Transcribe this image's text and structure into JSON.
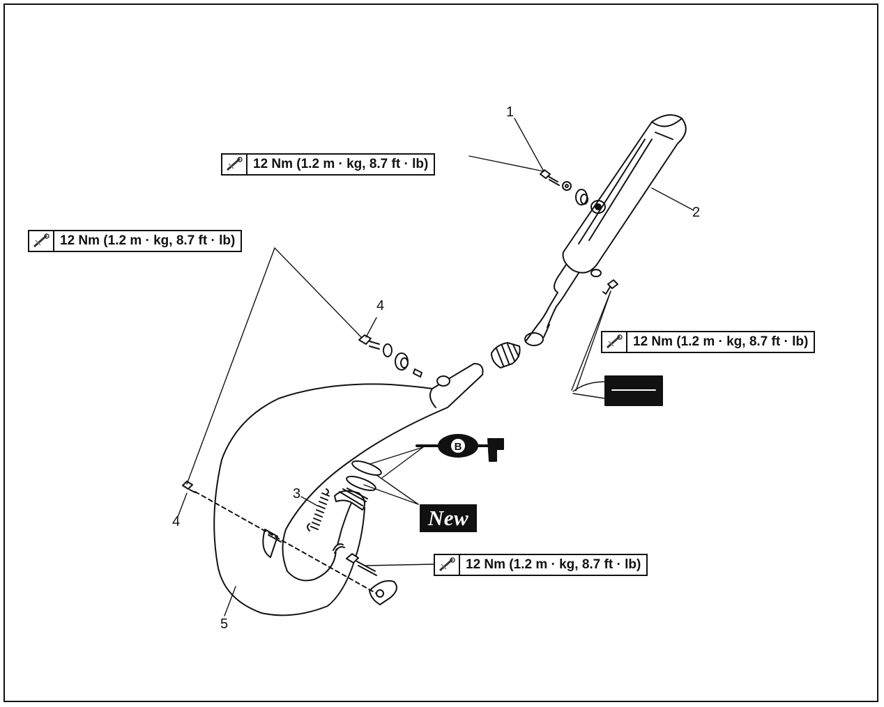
{
  "torque_specs": [
    {
      "label": "12 Nm (1.2 m · kg, 8.7 ft · lb)"
    },
    {
      "label": "12 Nm (1.2 m · kg, 8.7 ft · lb)"
    },
    {
      "label": "12 Nm (1.2 m · kg, 8.7 ft · lb)"
    },
    {
      "label": "12 Nm (1.2 m · kg, 8.7 ft · lb)"
    }
  ],
  "callouts": {
    "c1": "1",
    "c2": "2",
    "c3": "3",
    "c4a": "4",
    "c4b": "4",
    "c5": "5"
  },
  "grease_label": "B",
  "new_label": "New",
  "icons": [
    "torque-wrench-icon",
    "grease-gun-icon",
    "sealant-tube-icon"
  ]
}
